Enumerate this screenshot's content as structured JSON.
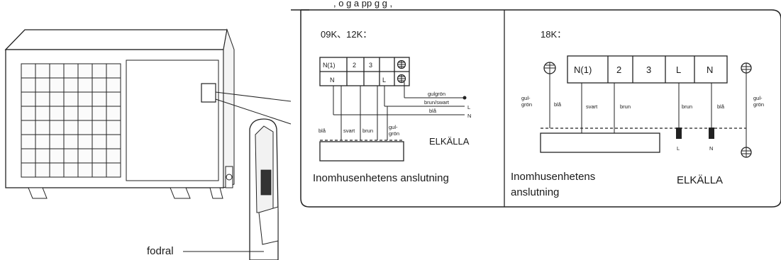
{
  "top_cut_text": ", o g    a    pp g   g ,",
  "label_fodral": "fodral",
  "left_box": {
    "title": "09K、12K：",
    "terminals_top": [
      "N(1)",
      "2",
      "3"
    ],
    "terminals_bottom": [
      "N",
      "L"
    ],
    "wire_labels": {
      "gulgron": "gulgrön",
      "brun_svart": "brun/swart",
      "bla_right": "blå",
      "L": "L",
      "N": "N",
      "bla_left": "blå",
      "svart": "svart",
      "brun": "brun",
      "gul": "gul-",
      "gron": "grön"
    },
    "elkalla": "ELKÄLLA",
    "caption": "Inomhusenhetens anslutning"
  },
  "right_box": {
    "title": "18K：",
    "terminals": [
      "N(1)",
      "2",
      "3",
      "L",
      "N"
    ],
    "wire_labels": {
      "gul_left": "gul-",
      "gron_left": "grön",
      "bla_left": "blå",
      "svart": "svart",
      "brun": "brun",
      "brun2": "brun",
      "bla2": "blå",
      "gul_right": "gul-",
      "gron_right": "grön",
      "L": "L",
      "N": "N"
    },
    "elkalla": "ELKÄLLA",
    "caption_line1": "Inomhusenhetens",
    "caption_line2": "anslutning"
  }
}
